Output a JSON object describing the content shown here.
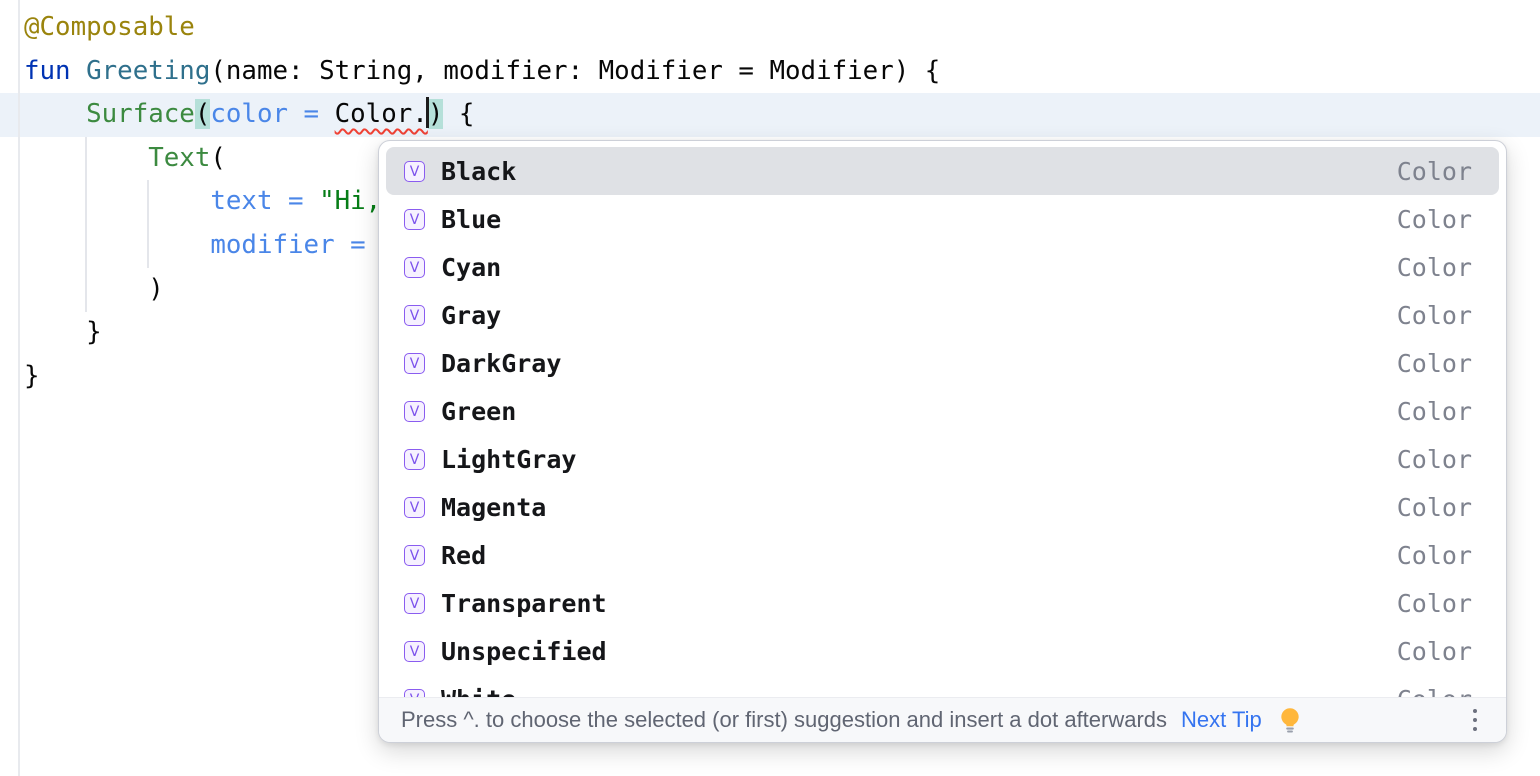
{
  "colors": {
    "annotation": "#9A840D",
    "keyword": "#0033B3",
    "function_decl": "#2F708C",
    "composable_call": "#3C8A40",
    "named_arg": "#4A86E8",
    "string": "#067D17",
    "plain": "#070707",
    "error_squiggle": "#EF4134",
    "brace_match_bg": "#B5E0D9",
    "caret_row_bg": "#ECF2F9",
    "selection_bg": "#DFE1E5",
    "type_label": "#7E828E",
    "hint_text": "#606572",
    "link": "#3574F0",
    "icon_purple": "#7C52EC",
    "bulb_yellow": "#FFB73C"
  },
  "editor": {
    "lines": [
      [
        {
          "text": "@Composable",
          "style": "annotation"
        }
      ],
      [
        {
          "text": "fun ",
          "style": "keyword"
        },
        {
          "text": "Greeting",
          "style": "function_decl"
        },
        {
          "text": "(name: String, modifier: Modifier = Modifier) {",
          "style": "plain"
        }
      ],
      [
        {
          "text": "    ",
          "style": "plain"
        },
        {
          "text": "Surface",
          "style": "composable_call"
        },
        {
          "text": "(",
          "style": "plain brace"
        },
        {
          "text": "color = ",
          "style": "named_arg"
        },
        {
          "text": "Color.",
          "style": "plain squiggle"
        },
        {
          "text": "",
          "style": "caret"
        },
        {
          "text": ")",
          "style": "plain brace"
        },
        {
          "text": " {",
          "style": "plain"
        }
      ],
      [
        {
          "text": "        ",
          "style": "plain"
        },
        {
          "text": "Text",
          "style": "composable_call"
        },
        {
          "text": "(",
          "style": "plain"
        }
      ],
      [
        {
          "text": "            ",
          "style": "plain"
        },
        {
          "text": "text = ",
          "style": "named_arg"
        },
        {
          "text": "\"Hi,",
          "style": "string"
        }
      ],
      [
        {
          "text": "            ",
          "style": "plain"
        },
        {
          "text": "modifier = ",
          "style": "named_arg"
        }
      ],
      [
        {
          "text": "        )",
          "style": "plain"
        }
      ],
      [
        {
          "text": "    }",
          "style": "plain"
        }
      ],
      [
        {
          "text": "}",
          "style": "plain"
        }
      ]
    ]
  },
  "completion_popup": {
    "items": [
      {
        "icon": "V",
        "name": "Black",
        "type": "Color",
        "selected": true
      },
      {
        "icon": "V",
        "name": "Blue",
        "type": "Color",
        "selected": false
      },
      {
        "icon": "V",
        "name": "Cyan",
        "type": "Color",
        "selected": false
      },
      {
        "icon": "V",
        "name": "Gray",
        "type": "Color",
        "selected": false
      },
      {
        "icon": "V",
        "name": "DarkGray",
        "type": "Color",
        "selected": false
      },
      {
        "icon": "V",
        "name": "Green",
        "type": "Color",
        "selected": false
      },
      {
        "icon": "V",
        "name": "LightGray",
        "type": "Color",
        "selected": false
      },
      {
        "icon": "V",
        "name": "Magenta",
        "type": "Color",
        "selected": false
      },
      {
        "icon": "V",
        "name": "Red",
        "type": "Color",
        "selected": false
      },
      {
        "icon": "V",
        "name": "Transparent",
        "type": "Color",
        "selected": false
      },
      {
        "icon": "V",
        "name": "Unspecified",
        "type": "Color",
        "selected": false
      },
      {
        "icon": "V",
        "name": "White",
        "type": "Color",
        "selected": false
      }
    ],
    "footer": {
      "hint": "Press ^. to choose the selected (or first) suggestion and insert a dot afterwards",
      "next_tip": "Next Tip",
      "bulb_icon": "lightbulb-icon",
      "more_icon": "kebab-menu-icon"
    }
  }
}
